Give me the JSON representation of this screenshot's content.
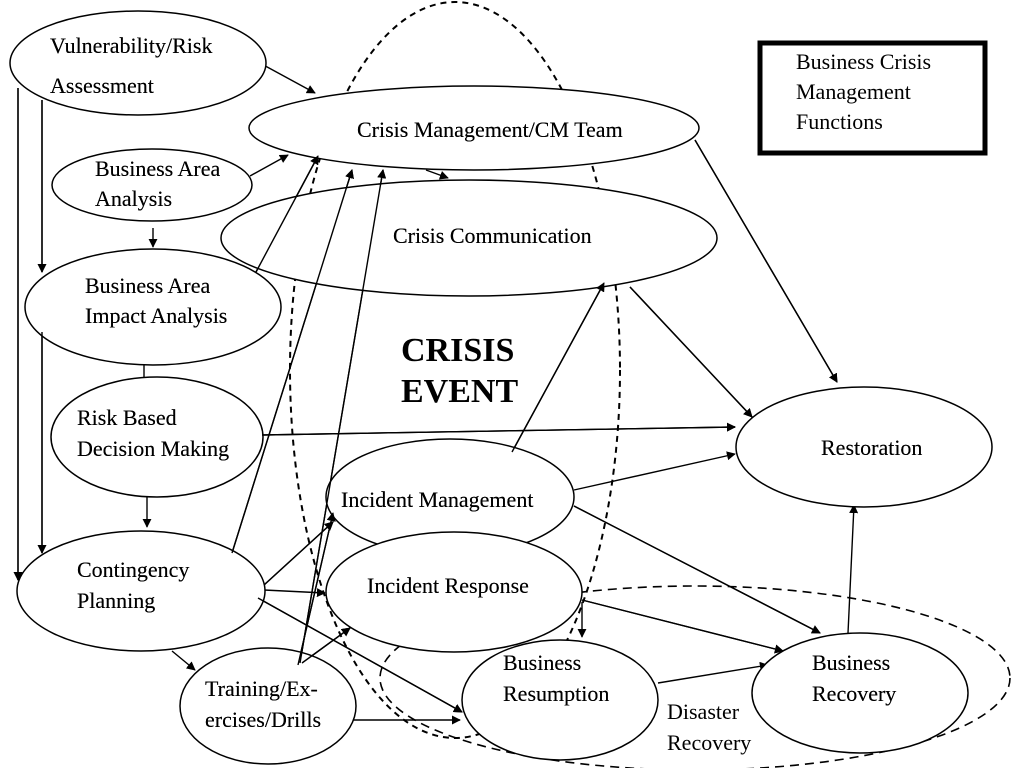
{
  "legend": {
    "lines": [
      "Business Crisis",
      "Management",
      "Functions"
    ]
  },
  "center_label": {
    "lines": [
      "CRISIS",
      "EVENT"
    ]
  },
  "region_label": {
    "lines": [
      "Disaster",
      "Recovery"
    ]
  },
  "nodes": {
    "vulnerability": {
      "lines": [
        "Vulnerability/Risk",
        "Assessment"
      ]
    },
    "cm_team": {
      "lines": [
        "Crisis Management/CM Team"
      ]
    },
    "business_area_analysis": {
      "lines": [
        "Business Area",
        "Analysis"
      ]
    },
    "crisis_communication": {
      "lines": [
        "Crisis Communication"
      ]
    },
    "impact_analysis": {
      "lines": [
        "Business Area",
        "Impact Analysis"
      ]
    },
    "risk_decision": {
      "lines": [
        "Risk Based",
        "Decision Making"
      ]
    },
    "incident_management": {
      "lines": [
        "Incident Management"
      ]
    },
    "restoration": {
      "lines": [
        "Restoration"
      ]
    },
    "contingency": {
      "lines": [
        "Contingency",
        "Planning"
      ]
    },
    "incident_response": {
      "lines": [
        "Incident Response"
      ]
    },
    "training": {
      "lines": [
        "Training/Ex-",
        "ercises/Drills"
      ]
    },
    "business_resumption": {
      "lines": [
        "Business",
        "Resumption"
      ]
    },
    "business_recovery": {
      "lines": [
        "Business",
        "Recovery"
      ]
    }
  },
  "edges": [
    [
      "vulnerability",
      "cm_team"
    ],
    [
      "vulnerability",
      "impact_analysis"
    ],
    [
      "vulnerability",
      "contingency"
    ],
    [
      "business_area_analysis",
      "cm_team"
    ],
    [
      "business_area_analysis",
      "impact_analysis"
    ],
    [
      "impact_analysis",
      "cm_team"
    ],
    [
      "impact_analysis",
      "risk_decision"
    ],
    [
      "impact_analysis",
      "contingency"
    ],
    [
      "cm_team",
      "crisis_communication"
    ],
    [
      "cm_team",
      "restoration"
    ],
    [
      "crisis_communication",
      "restoration"
    ],
    [
      "risk_decision",
      "restoration"
    ],
    [
      "risk_decision",
      "contingency"
    ],
    [
      "incident_management",
      "crisis_communication"
    ],
    [
      "incident_management",
      "restoration"
    ],
    [
      "incident_management",
      "business_recovery"
    ],
    [
      "contingency",
      "cm_team"
    ],
    [
      "contingency",
      "incident_management"
    ],
    [
      "contingency",
      "incident_response"
    ],
    [
      "contingency",
      "training"
    ],
    [
      "contingency",
      "business_resumption"
    ],
    [
      "training",
      "cm_team"
    ],
    [
      "training",
      "incident_management"
    ],
    [
      "training",
      "incident_response"
    ],
    [
      "training",
      "business_resumption"
    ],
    [
      "incident_response",
      "business_resumption"
    ],
    [
      "incident_response",
      "business_recovery"
    ],
    [
      "business_resumption",
      "business_recovery"
    ],
    [
      "business_recovery",
      "restoration"
    ]
  ]
}
